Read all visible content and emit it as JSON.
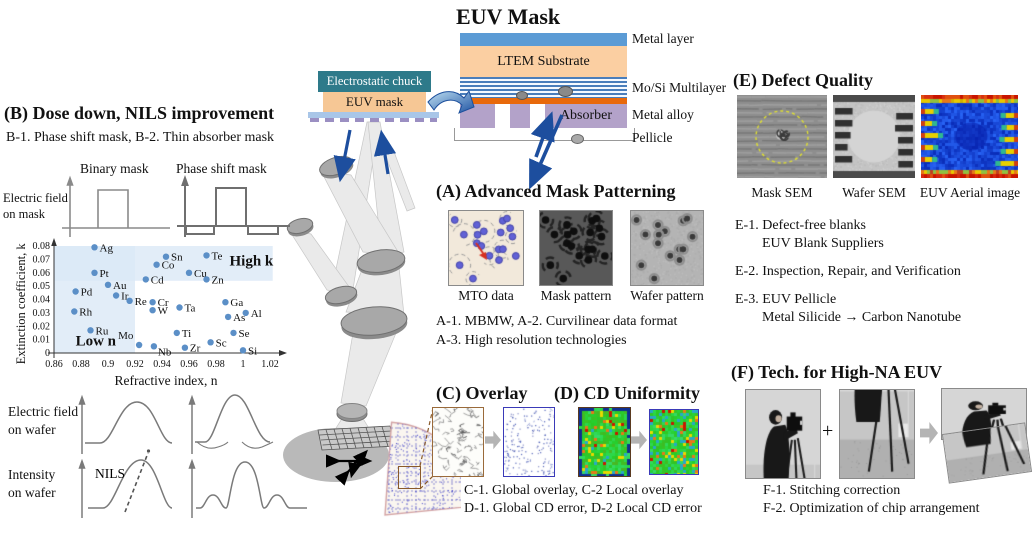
{
  "euv_mask": {
    "title": "EUV Mask",
    "ltem_label": "LTEM Substrate",
    "absorber_label": "Absorber",
    "side_labels": [
      "Metal layer",
      "Mo/Si Multilayer",
      "Metal alloy",
      "Pellicle"
    ],
    "chuck_label": "Electrostatic chuck",
    "mask_label": "EUV mask",
    "colors": {
      "metal": "#5b9bd5",
      "ltem": "#fbcfa2",
      "multilayer": "#4a7ebb",
      "alloy": "#e8690b",
      "absorber": "#b3a2c9",
      "chuck": "#2e7a8a",
      "mask": "#f6c795"
    }
  },
  "section_b": {
    "title": "(B) Dose down, NILS improvement",
    "subtitle": "B-1. Phase shift mask,  B-2. Thin absorber mask",
    "binary_label": "Binary mask",
    "psm_label": "Phase shift mask",
    "efield_mask_1": "Electric field",
    "efield_mask_2": "on mask",
    "efield_wafer_1": "Electric field",
    "efield_wafer_2": "on wafer",
    "intensity_1": "Intensity",
    "intensity_2": "on wafer",
    "nils_label": "NILS",
    "chart_data": {
      "type": "scatter",
      "xlabel": "Refractive index,  n",
      "ylabel": "Extinction coefficient, k",
      "xlim": [
        0.86,
        1.02
      ],
      "ylim": [
        0,
        0.08
      ],
      "xticks": [
        "0.86",
        "0.88",
        "0.9",
        "0.92",
        "0.94",
        "0.96",
        "0.98",
        "1",
        "1.02"
      ],
      "yticks": [
        "0",
        "0.01",
        "0.02",
        "0.03",
        "0.04",
        "0.05",
        "0.06",
        "0.07",
        "0.08"
      ],
      "point_color": "#5b8fc7",
      "region_fill": "#dbe8f6",
      "regions": [
        {
          "label": "Low n",
          "x": [
            0.86,
            0.92
          ],
          "y": [
            0,
            0.08
          ],
          "label_at": [
            0.876,
            0.0055
          ]
        },
        {
          "label": "High k",
          "x": [
            0.86,
            1.022
          ],
          "y": [
            0.054,
            0.08
          ],
          "label_at": [
            0.99,
            0.0655
          ]
        }
      ],
      "points": [
        {
          "el": "Ag",
          "n": 0.89,
          "k": 0.079
        },
        {
          "el": "Sn",
          "n": 0.943,
          "k": 0.072
        },
        {
          "el": "Te",
          "n": 0.973,
          "k": 0.073
        },
        {
          "el": "Co",
          "n": 0.936,
          "k": 0.066
        },
        {
          "el": "Pt",
          "n": 0.89,
          "k": 0.06
        },
        {
          "el": "Cu",
          "n": 0.96,
          "k": 0.06
        },
        {
          "el": "Cd",
          "n": 0.928,
          "k": 0.055
        },
        {
          "el": "Zn",
          "n": 0.973,
          "k": 0.055
        },
        {
          "el": "Au",
          "n": 0.9,
          "k": 0.051
        },
        {
          "el": "Pd",
          "n": 0.876,
          "k": 0.046
        },
        {
          "el": "Ir",
          "n": 0.906,
          "k": 0.043
        },
        {
          "el": "Re",
          "n": 0.916,
          "k": 0.039
        },
        {
          "el": "Cr",
          "n": 0.933,
          "k": 0.038
        },
        {
          "el": "Ga",
          "n": 0.987,
          "k": 0.038
        },
        {
          "el": "Ta",
          "n": 0.953,
          "k": 0.034
        },
        {
          "el": "W",
          "n": 0.933,
          "k": 0.032
        },
        {
          "el": "Rh",
          "n": 0.875,
          "k": 0.031
        },
        {
          "el": "Al",
          "n": 1.002,
          "k": 0.03
        },
        {
          "el": "As",
          "n": 0.989,
          "k": 0.027
        },
        {
          "el": "Ru",
          "n": 0.887,
          "k": 0.017
        },
        {
          "el": "Ti",
          "n": 0.951,
          "k": 0.015
        },
        {
          "el": "Se",
          "n": 0.993,
          "k": 0.015
        },
        {
          "el": "Sc",
          "n": 0.976,
          "k": 0.008
        },
        {
          "el": "Mo",
          "n": 0.923,
          "k": 0.006,
          "dx": -21,
          "dy": -6
        },
        {
          "el": "Nb",
          "n": 0.934,
          "k": 0.005,
          "dx": 4,
          "dy": 9
        },
        {
          "el": "Zr",
          "n": 0.957,
          "k": 0.004
        },
        {
          "el": "Si",
          "n": 1.0,
          "k": 0.002
        }
      ]
    }
  },
  "section_a": {
    "title": "(A) Advanced Mask Patterning",
    "images": [
      "MTO data",
      "Mask pattern",
      "Wafer pattern"
    ],
    "line1": "A-1. MBMW,  A-2. Curvilinear data format",
    "line2": "A-3. High resolution technologies"
  },
  "section_cd": {
    "c_title": "(C) Overlay",
    "d_title": "(D) CD Uniformity",
    "c_line": "C-1. Global overlay,  C-2 Local overlay",
    "d_line": "D-1. Global CD error,  D-2 Local CD error"
  },
  "section_e": {
    "title": "(E) Defect Quality",
    "images": [
      "Mask SEM",
      "Wafer SEM",
      "EUV Aerial image"
    ],
    "e1": "E-1. Defect-free blanks",
    "e1b": "EUV Blank Suppliers",
    "e2": "E-2. Inspection, Repair, and Verification",
    "e3": "E-3. EUV Pellicle",
    "e3b": "Metal Silicide → Carbon Nanotube"
  },
  "section_f": {
    "title": "(F) Tech. for High-NA EUV",
    "plus": "+",
    "f1": "F-1. Stitching correction",
    "f2": "F-2. Optimization of chip arrangement"
  }
}
